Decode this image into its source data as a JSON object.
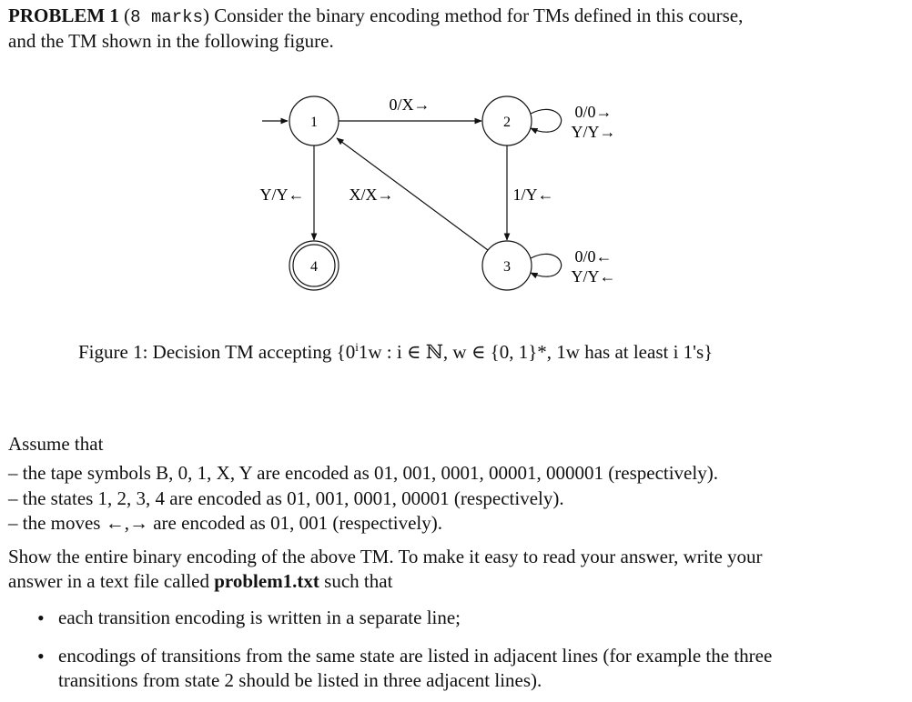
{
  "problem": {
    "heading": "PROBLEM 1",
    "marks_open": "(",
    "marks": "8 marks",
    "marks_close": ")",
    "intro_line1": "Consider the binary encoding method for TMs defined in this course,",
    "intro_line2": "and the TM shown in the following figure."
  },
  "diagram": {
    "states": [
      {
        "id": "1",
        "label": "1"
      },
      {
        "id": "2",
        "label": "2"
      },
      {
        "id": "3",
        "label": "3"
      },
      {
        "id": "4",
        "label": "4"
      }
    ],
    "edge_1_2": "0/X→",
    "edge_2_3": "1/Y←",
    "edge_3_1": "X/X→",
    "edge_1_4": "Y/Y←",
    "loop_2_a": "0/0→",
    "loop_2_b": "Y/Y→",
    "loop_3_a": "0/0←",
    "loop_3_b": "Y/Y←"
  },
  "caption": {
    "prefix": "Figure 1: Decision TM accepting {0",
    "sup": "i",
    "suffix": "1w : i ∈ ℕ, w ∈ {0, 1}*, 1w has at least i 1's}"
  },
  "assume": {
    "title": "Assume that",
    "lines": [
      "– the tape symbols B, 0, 1, X, Y are encoded as 01, 001, 0001, 00001, 000001 (respectively).",
      "– the states 1, 2, 3, 4 are encoded as 01, 001, 0001, 00001 (respectively).",
      "– the moves ←,→ are encoded as 01, 001 (respectively)."
    ]
  },
  "instructions": {
    "line1": "Show the entire binary encoding of the above TM. To make it easy to read your answer, write your",
    "line2_pre": "answer in a text file called ",
    "filename": "problem1.txt",
    "line2_post": " such that",
    "bullets": [
      "each transition encoding is written in a separate line;",
      "encodings of transitions from the same state are listed in adjacent lines (for example the three",
      "transitions from state 2 should be listed in three adjacent lines)."
    ]
  }
}
